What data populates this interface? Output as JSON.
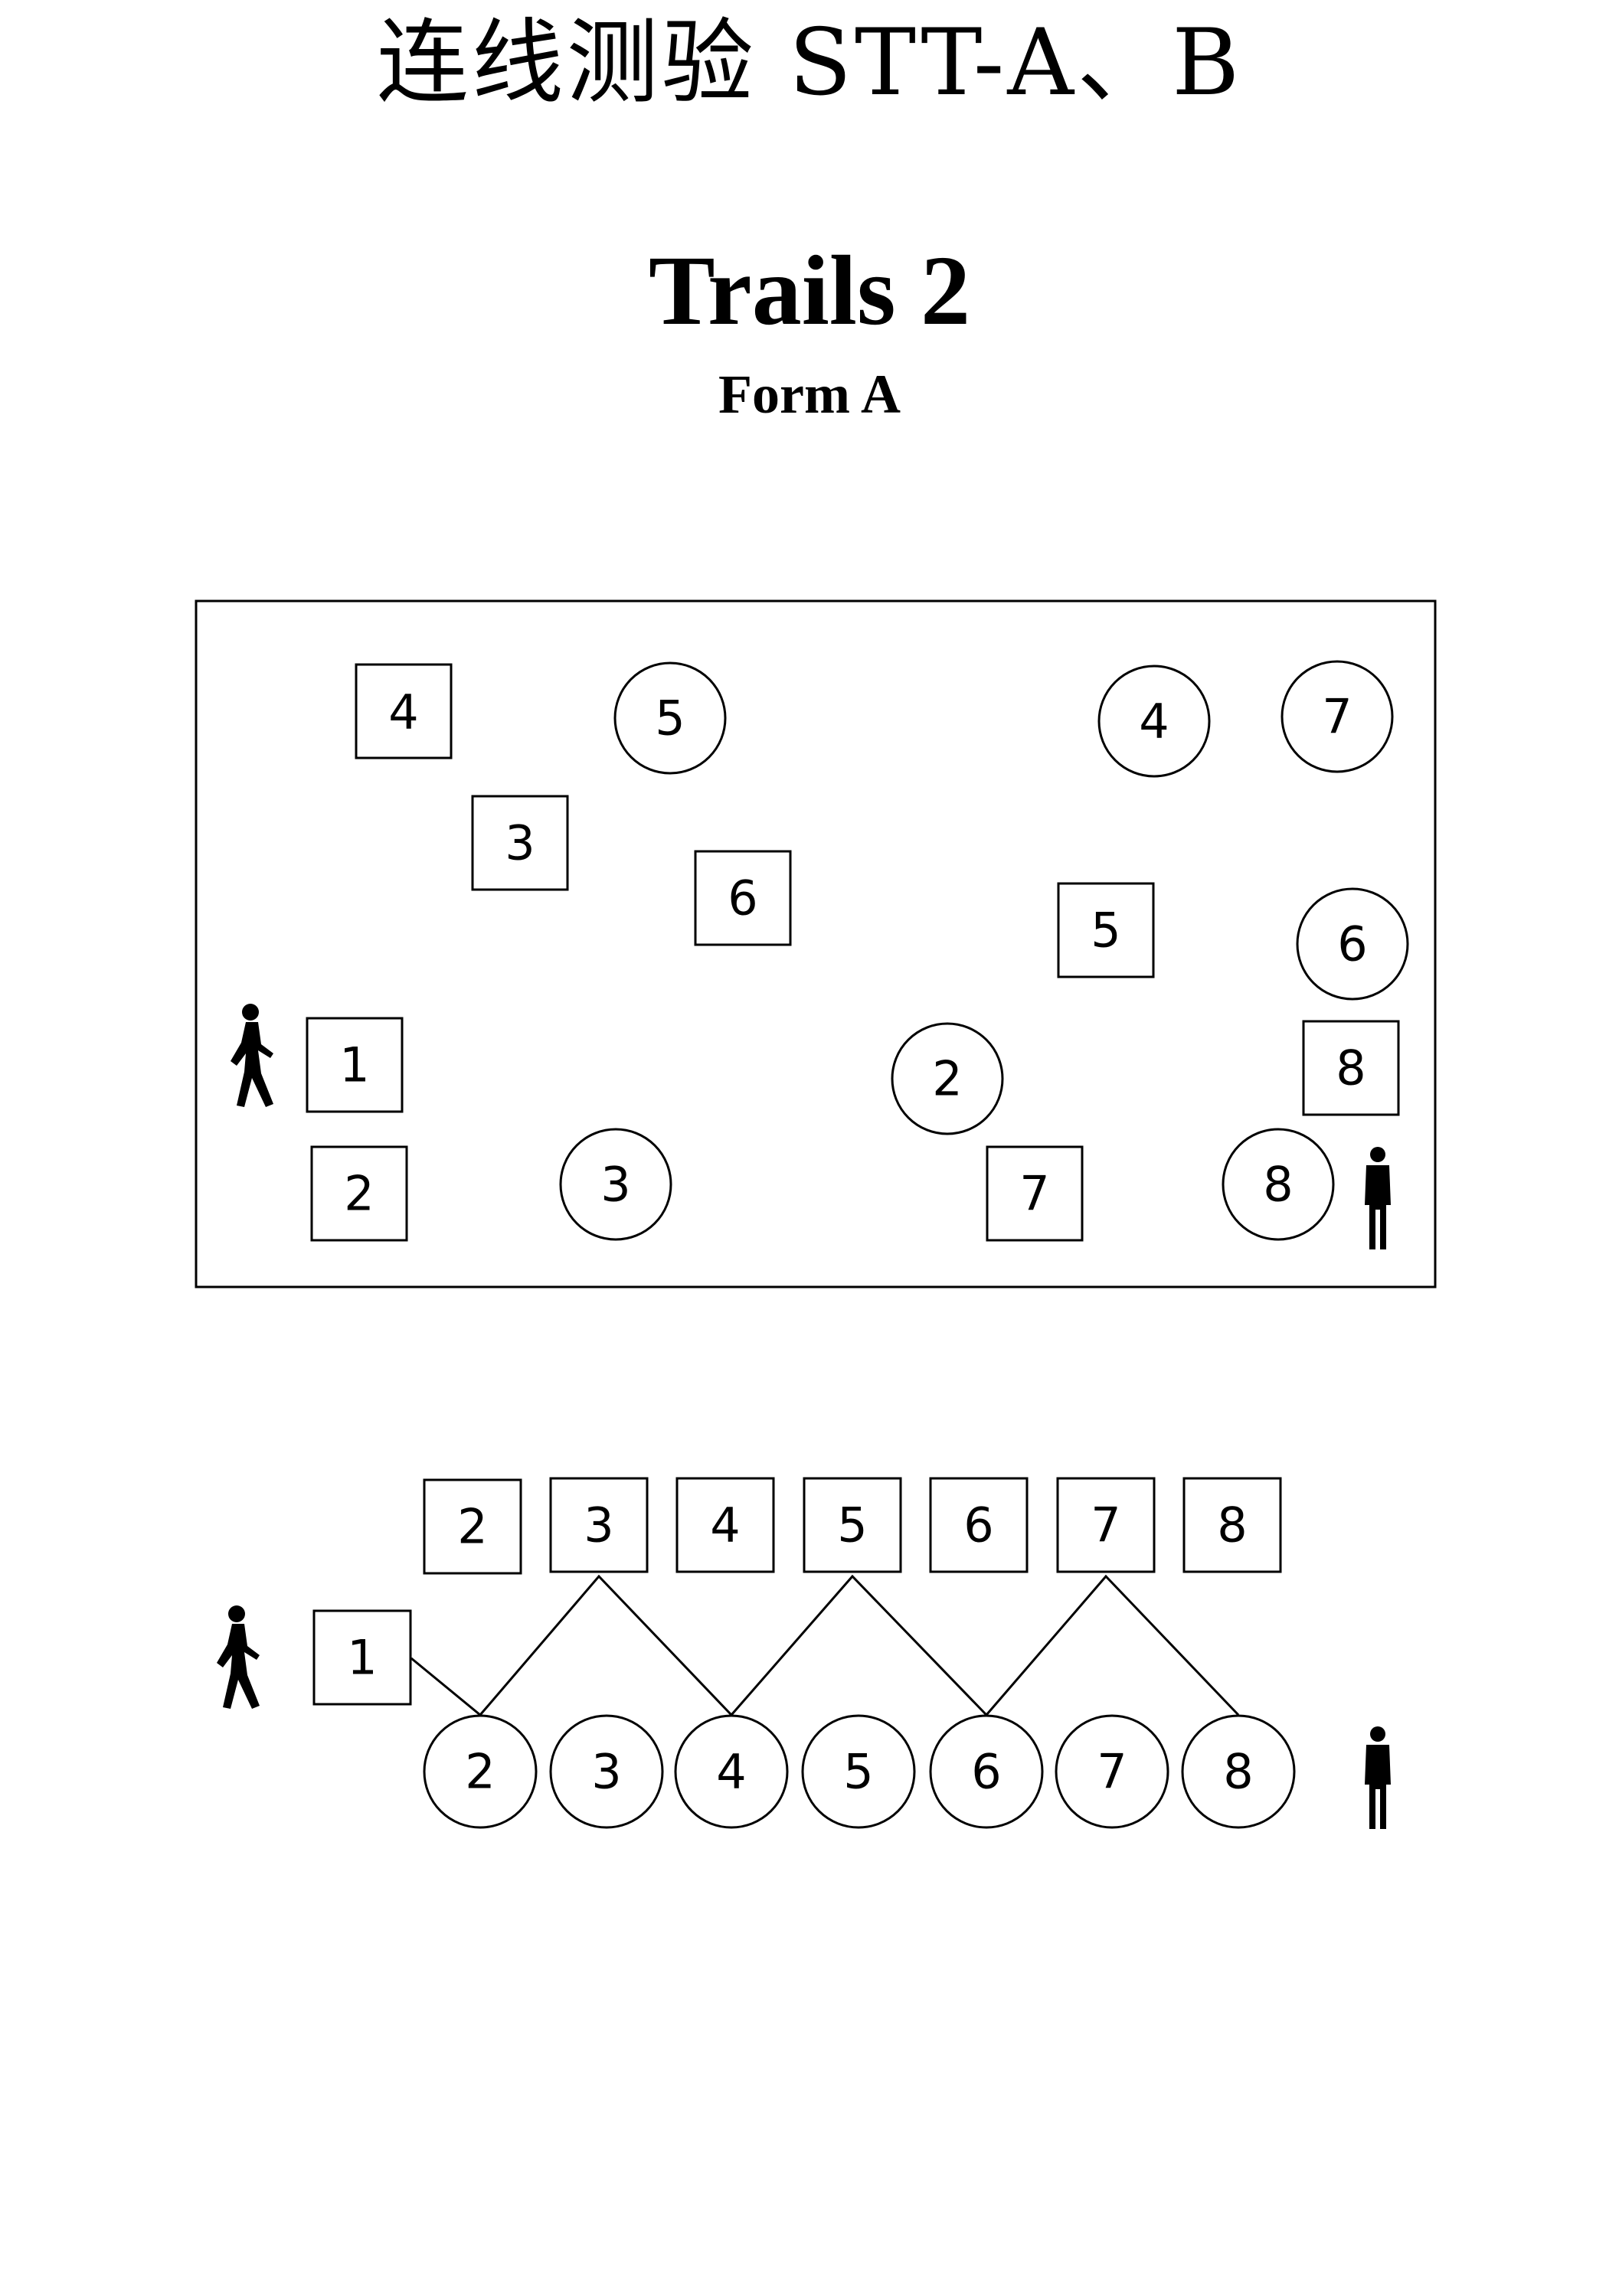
{
  "header": {
    "title": "连线测验 STT-A、B",
    "test_name": "Trails 2",
    "form": "Form A"
  },
  "test_panel": {
    "squares": [
      "4",
      "3",
      "6",
      "5",
      "1",
      "2",
      "7",
      "8"
    ],
    "circles": [
      "5",
      "4",
      "7",
      "6",
      "2",
      "3",
      "8"
    ],
    "start_icon": "walking-person-icon",
    "end_icon": "standing-person-icon"
  },
  "example": {
    "start_square": "1",
    "square_row": [
      "2",
      "3",
      "4",
      "5",
      "6",
      "7",
      "8"
    ],
    "circle_row": [
      "2",
      "3",
      "4",
      "5",
      "6",
      "7",
      "8"
    ],
    "path_sequence": [
      "square 1",
      "circle 2",
      "square 3",
      "circle 4",
      "square 5",
      "circle 6",
      "square 7",
      "circle 8"
    ],
    "start_icon": "walking-person-icon",
    "end_icon": "standing-person-icon"
  }
}
